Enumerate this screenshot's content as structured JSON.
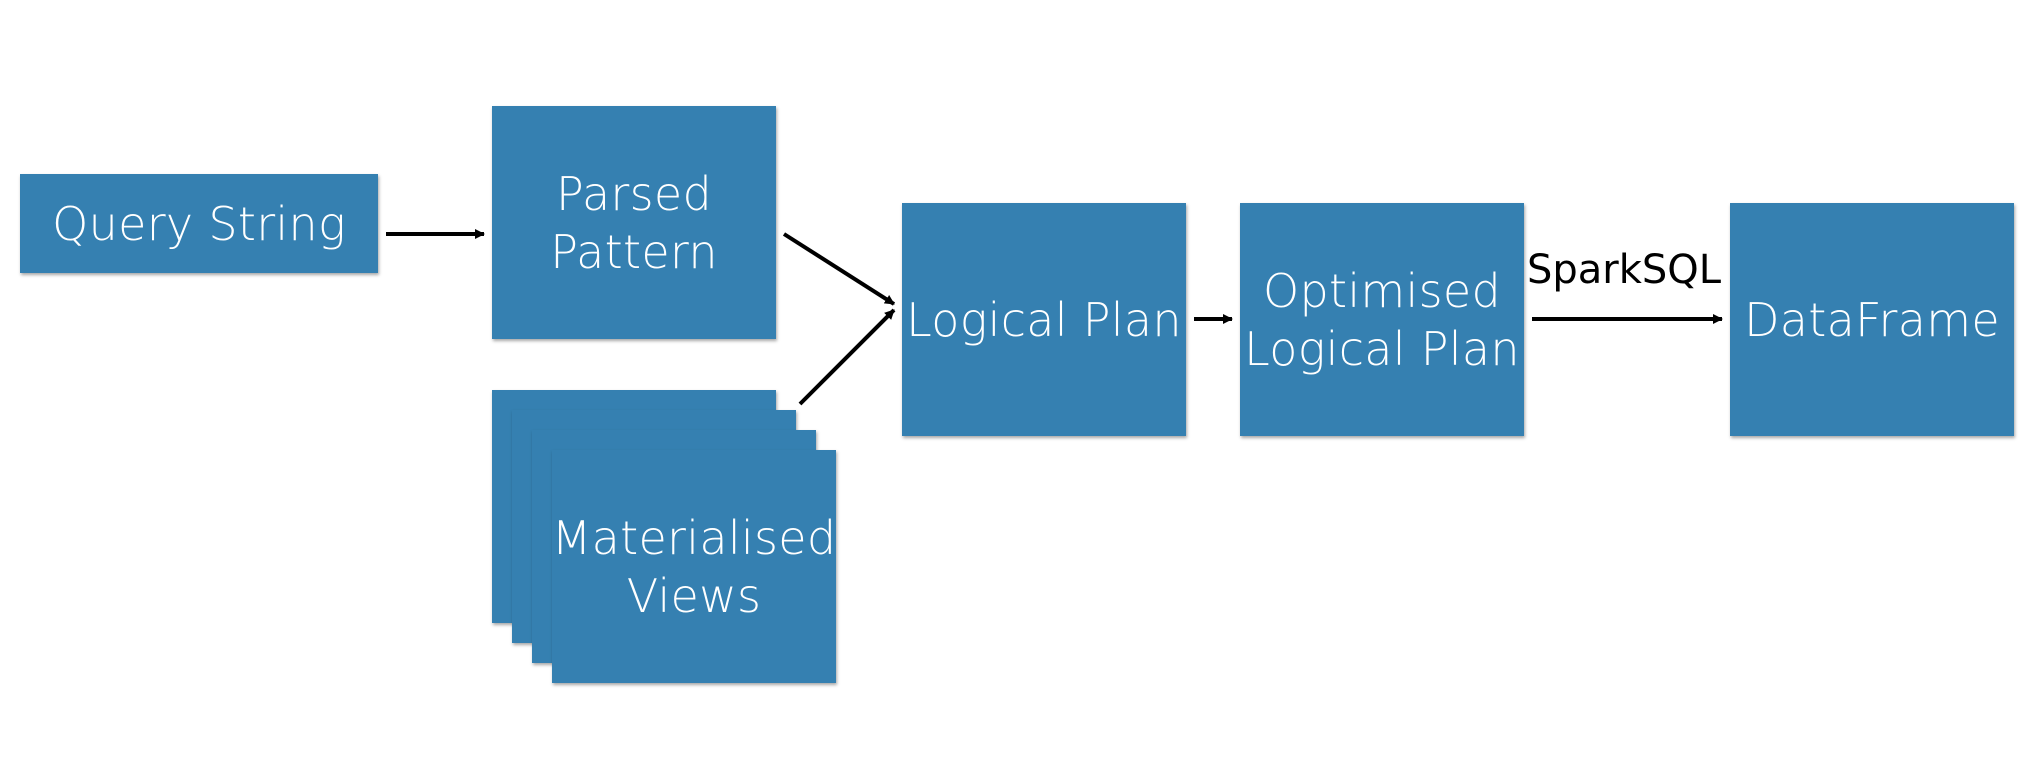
{
  "diagram": {
    "nodes": {
      "query_string": "Query String",
      "parsed_pattern": "Parsed\nPattern",
      "materialised_views": "Materialised\nViews",
      "logical_plan": "Logical Plan",
      "optimised_logical_plan": "Optimised\nLogical Plan",
      "dataframe": "DataFrame"
    },
    "edges": [
      {
        "from": "query_string",
        "to": "parsed_pattern",
        "label": ""
      },
      {
        "from": "parsed_pattern",
        "to": "logical_plan",
        "label": ""
      },
      {
        "from": "materialised_views",
        "to": "logical_plan",
        "label": ""
      },
      {
        "from": "logical_plan",
        "to": "optimised_logical_plan",
        "label": ""
      },
      {
        "from": "optimised_logical_plan",
        "to": "dataframe",
        "label": "SparkSQL"
      }
    ],
    "colors": {
      "box_fill": "#3580b1",
      "box_text": "#ffffff",
      "arrow": "#000000"
    }
  }
}
